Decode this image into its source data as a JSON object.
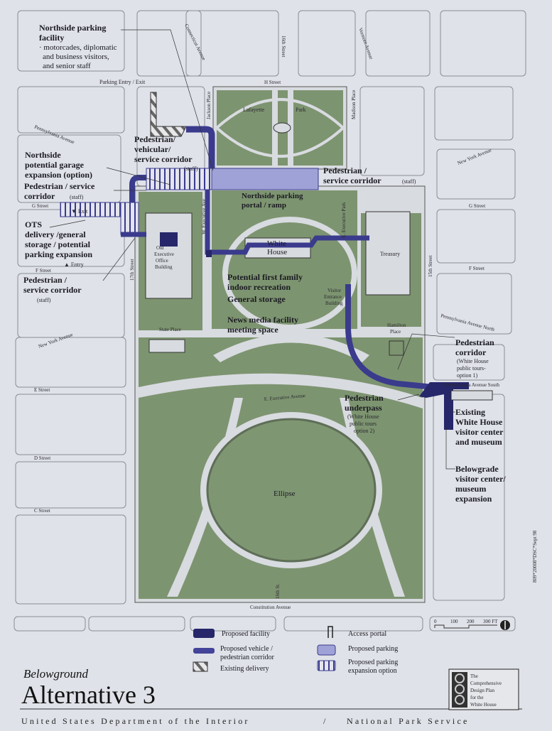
{
  "colors": {
    "background": "#dfe2e8",
    "park": "#7d9470",
    "facility": "#26266a",
    "corridor": "#43449a",
    "parking": "#9ea2d6",
    "walk": "#d8dbe0"
  },
  "labels": {
    "northside_facility": [
      "Northside parking",
      "facility"
    ],
    "northside_facility_sub": [
      "· motorcades, diplomatic",
      "and business visitors,",
      "and senior staff"
    ],
    "parking_entry": "Parking Entry / Exit",
    "ped_vehicular": [
      "Pedestrian/",
      "vehicular/",
      "service corridor"
    ],
    "staff": "(staff)",
    "garage_expansion": [
      "Northside",
      "potential garage",
      "expansion (option)"
    ],
    "ped_service_w": [
      "Pedestrian / service",
      "corridor"
    ],
    "exit": "▼ Exit",
    "ots": [
      "OTS",
      "delivery /general",
      "storage / potential",
      "parking expansion"
    ],
    "entry": "▲ Entry",
    "ped_service_sw": [
      "Pedestrian /",
      "service corridor"
    ],
    "portal": [
      "Northside parking",
      "portal / ramp"
    ],
    "ped_service_e": [
      "Pedestrian /",
      "service corridor"
    ],
    "white_house": [
      "White",
      "House"
    ],
    "oeob": [
      "Old",
      "Executive",
      "Office",
      "Building"
    ],
    "recreation": [
      "Potential first family",
      "indoor recreation"
    ],
    "storage": "General storage",
    "news": [
      "News media facility",
      "meeting space"
    ],
    "treasury": "Treasury",
    "visitor_entrance": [
      "Visitor",
      "Entrance",
      "Building"
    ],
    "hamilton": [
      "Hamilton",
      "Place"
    ],
    "ped_corridor": [
      "Pedestrian",
      "corridor"
    ],
    "ped_corridor_sub": [
      "(White House",
      "public tours-",
      "option 1)"
    ],
    "underpass": [
      "Pedestrian",
      "underpass"
    ],
    "underpass_sub": [
      "(White House",
      "public tours",
      "option 2)"
    ],
    "existing_vc": [
      "Existing",
      "White House",
      "visitor center",
      "and museum"
    ],
    "belowgrade": [
      "Belowgrade",
      "visitor center/",
      "museum",
      "expansion"
    ],
    "lafayette": "Lafayette",
    "park": "Park",
    "ellipse": "Ellipse",
    "state_place": "State Place",
    "plate_code": "809*20008*DSC*Sept 98"
  },
  "streets": {
    "h": "H Street",
    "sixteenth": "16th Street",
    "vermont": "Vermont Avenue",
    "connecticut": "Connecticut Avenue",
    "jackson": "Jackson Place",
    "madison": "Madison Place",
    "new_york_e": "New York Avenue",
    "penn": "Pennsylvania Avenue",
    "g_w": "G Street",
    "f_w": "F Street",
    "seventeenth": "17th Street",
    "new_york_w": "New York Avenue",
    "e_w": "E Street",
    "d_w": "D Street",
    "c_w": "C Street",
    "constitution": "Constitution Avenue",
    "sixteenth_st": "16th St.",
    "e_exec": "E. Executive Avenue",
    "w_exec": "W. Executive Ave",
    "e_exec_park": "E. Executive Park",
    "fifteenth": "15th Street",
    "g_e": "G Street",
    "f_e": "F Street",
    "penn_north": "Pennsylvania Avenue North",
    "penn_south": "Pennsylvania Avenue South"
  },
  "scale": {
    "ticks": [
      "0",
      "100",
      "200",
      "300 FT"
    ]
  },
  "legend": {
    "facility": "Proposed facility",
    "corridor": [
      "Proposed vehicle /",
      "pedestrian corridor"
    ],
    "delivery": "Existing delivery",
    "portal": "Access portal",
    "parking": "Proposed parking",
    "expansion": [
      "Proposed parking",
      "expansion option"
    ]
  },
  "title": {
    "kicker": "Belowground",
    "main": "Alternative 3"
  },
  "logo": [
    "The",
    "Comprehensive",
    "Design Plan",
    "for the",
    "White House"
  ],
  "footer": {
    "left": "United States Department of the Interior",
    "sep": "/",
    "right": "National Park Service"
  }
}
